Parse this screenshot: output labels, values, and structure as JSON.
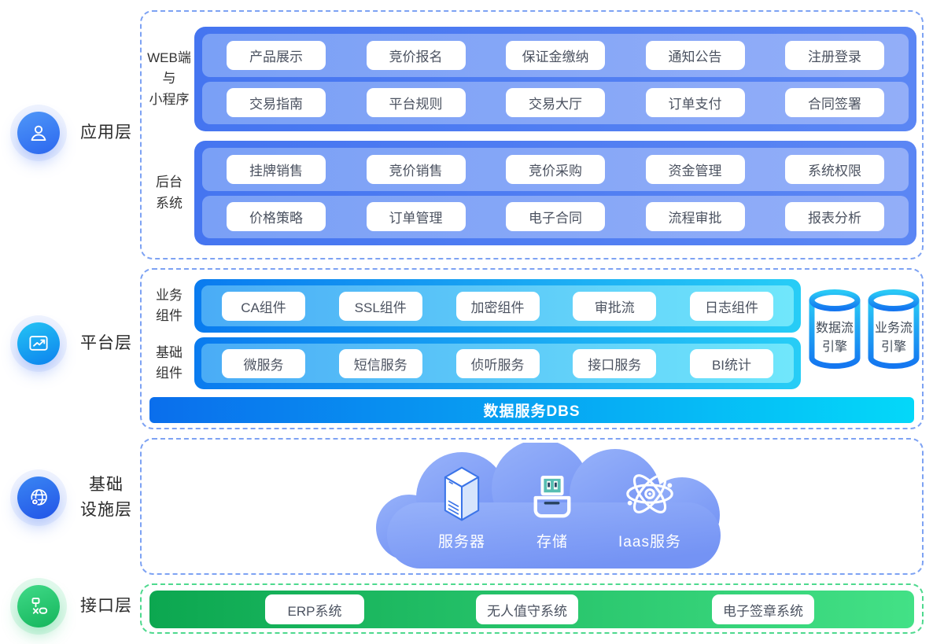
{
  "left_rail": [
    {
      "id": "application",
      "icon": "user-icon",
      "label_lines": [
        "应用层"
      ]
    },
    {
      "id": "platform",
      "icon": "chart-icon",
      "label_lines": [
        "平台层"
      ]
    },
    {
      "id": "infrastructure",
      "icon": "globe-icon",
      "label_lines": [
        "基础",
        "设施层"
      ]
    },
    {
      "id": "interface",
      "icon": "network-icon",
      "label_lines": [
        "接口层"
      ]
    }
  ],
  "application": {
    "groups": [
      {
        "label_lines": [
          "WEB端",
          "与",
          "小程序"
        ],
        "row1": [
          "产品展示",
          "竞价报名",
          "保证金缴纳",
          "通知公告",
          "注册登录"
        ],
        "row2": [
          "交易指南",
          "平台规则",
          "交易大厅",
          "订单支付",
          "合同签署"
        ]
      },
      {
        "label_lines": [
          "后台",
          "系统"
        ],
        "row1": [
          "挂牌销售",
          "竞价销售",
          "竞价采购",
          "资金管理",
          "系统权限"
        ],
        "row2": [
          "价格策略",
          "订单管理",
          "电子合同",
          "流程审批",
          "报表分析"
        ]
      }
    ]
  },
  "platform": {
    "rows": [
      {
        "label_lines": [
          "业务",
          "组件"
        ],
        "items": [
          "CA组件",
          "SSL组件",
          "加密组件",
          "审批流",
          "日志组件"
        ]
      },
      {
        "label_lines": [
          "基础",
          "组件"
        ],
        "items": [
          "微服务",
          "短信服务",
          "侦听服务",
          "接口服务",
          "BI统计"
        ]
      }
    ],
    "cylinders": [
      {
        "label_lines": [
          "数据流",
          "引擎"
        ]
      },
      {
        "label_lines": [
          "业务流",
          "引擎"
        ]
      }
    ],
    "dbs_label": "数据服务DBS"
  },
  "infrastructure": {
    "cloud_items": [
      {
        "icon": "server-icon",
        "label": "服务器"
      },
      {
        "icon": "storage-icon",
        "label": "存储"
      },
      {
        "icon": "atom-icon",
        "label": "Iaas服务"
      }
    ]
  },
  "interface": {
    "items": [
      "ERP系统",
      "无人值守系统",
      "电子签章系统"
    ]
  },
  "colors": {
    "app_container": "#4575f0",
    "app_strip": "#7aa0f6",
    "platform_container_left": "#0a7bef",
    "platform_container_right": "#27cdf6",
    "platform_strip_left": "#4aacf6",
    "platform_strip_right": "#70e7fb",
    "dbs_left": "#0a6eec",
    "dbs_right": "#04d8f9",
    "cloud": "#7e9cf6",
    "green_left": "#0ca750",
    "green_right": "#43e186",
    "dashed_blue": "#7da2f3",
    "dashed_green": "#4ed98e"
  }
}
